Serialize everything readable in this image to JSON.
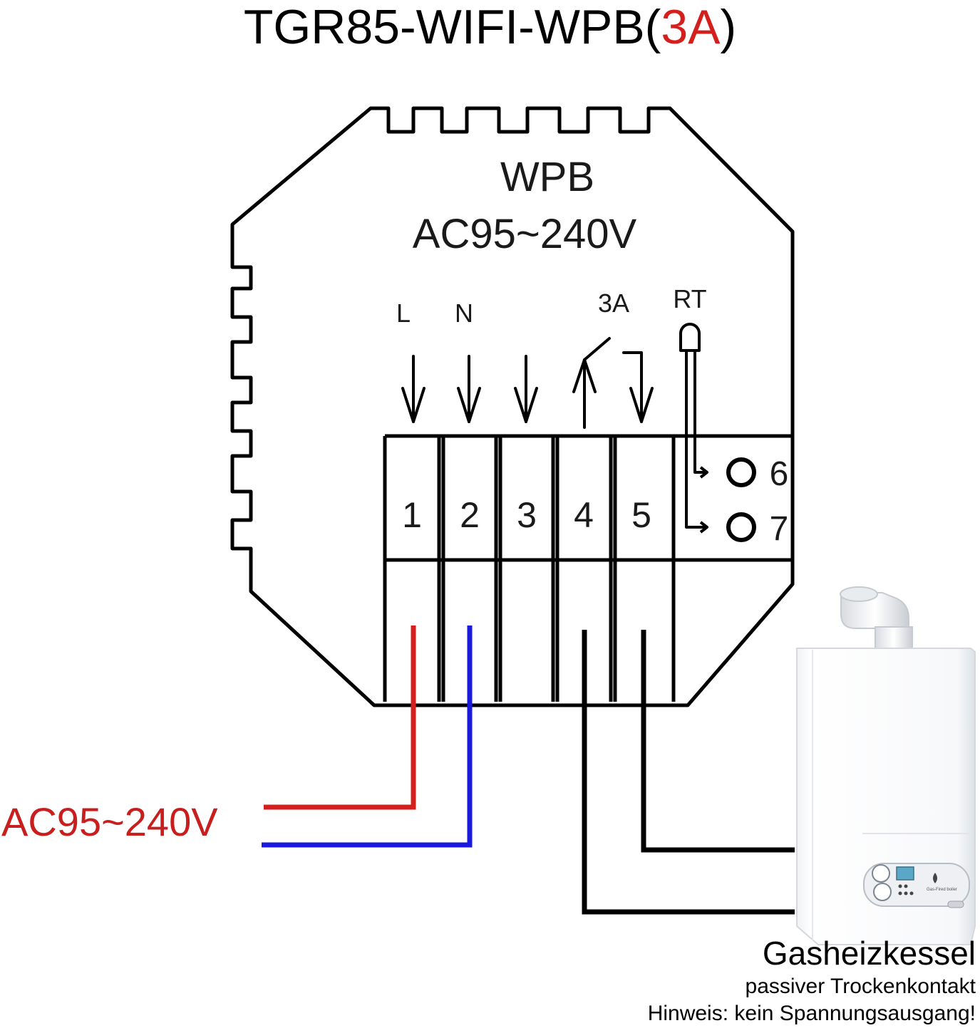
{
  "title": {
    "model": "TGR85-WIFI-WPB(",
    "rating": "3A",
    "close": ")"
  },
  "device": {
    "name": "WPB",
    "voltage": "AC95~240V",
    "label_L": "L",
    "label_N": "N",
    "label_relay": "3A",
    "label_rt": "RT"
  },
  "terminals": [
    "1",
    "2",
    "3",
    "4",
    "5"
  ],
  "sensor_terminals": [
    "6",
    "7"
  ],
  "power_supply": "AC95~240V",
  "boiler": {
    "title": "Gasheizkessel",
    "line1": "passiver Trockenkontakt",
    "line2": "Hinweis: kein Spannungsausgang!",
    "panel_logo": "Gas-Fired boiler"
  },
  "colors": {
    "live": "#d4201c",
    "neutral": "#1a1adf",
    "contact": "#000000",
    "title_accent": "#d4201c"
  }
}
